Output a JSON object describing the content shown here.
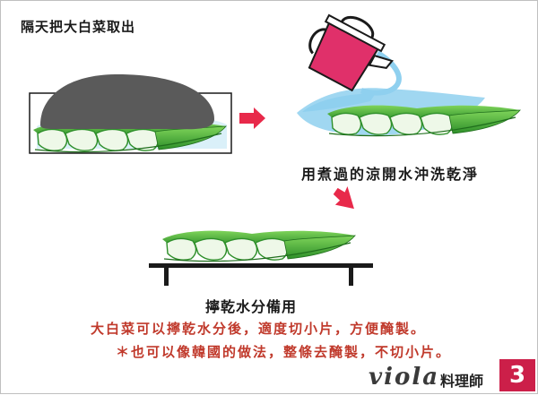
{
  "step_title": "隔天把大白菜取出",
  "caption_rinse": "用煮過的涼開水沖洗乾淨",
  "caption_drain": "擰乾水分備用",
  "note_line1": "大白菜可以擰乾水分後，適度切小片，方便醃製。",
  "note_line2": "＊也可以像韓國的做法，整條去醃製，不切小片。",
  "brand": "viola",
  "brand_suffix": "料理師",
  "step_number": "3",
  "colors": {
    "weight_gray": "#5a5a5a",
    "pot_pink": "#e0306a",
    "water_blue": "#8fd0ef",
    "cabbage_green": "#3aaa35",
    "arrow_red": "#e8294a",
    "note_red": "#c0392b",
    "badge": "#cc1f49"
  },
  "icons": [
    "stone-weight-icon",
    "kettle-icon",
    "right-arrow-icon",
    "down-arrow-icon",
    "drying-rack-icon",
    "cabbage-icon"
  ]
}
